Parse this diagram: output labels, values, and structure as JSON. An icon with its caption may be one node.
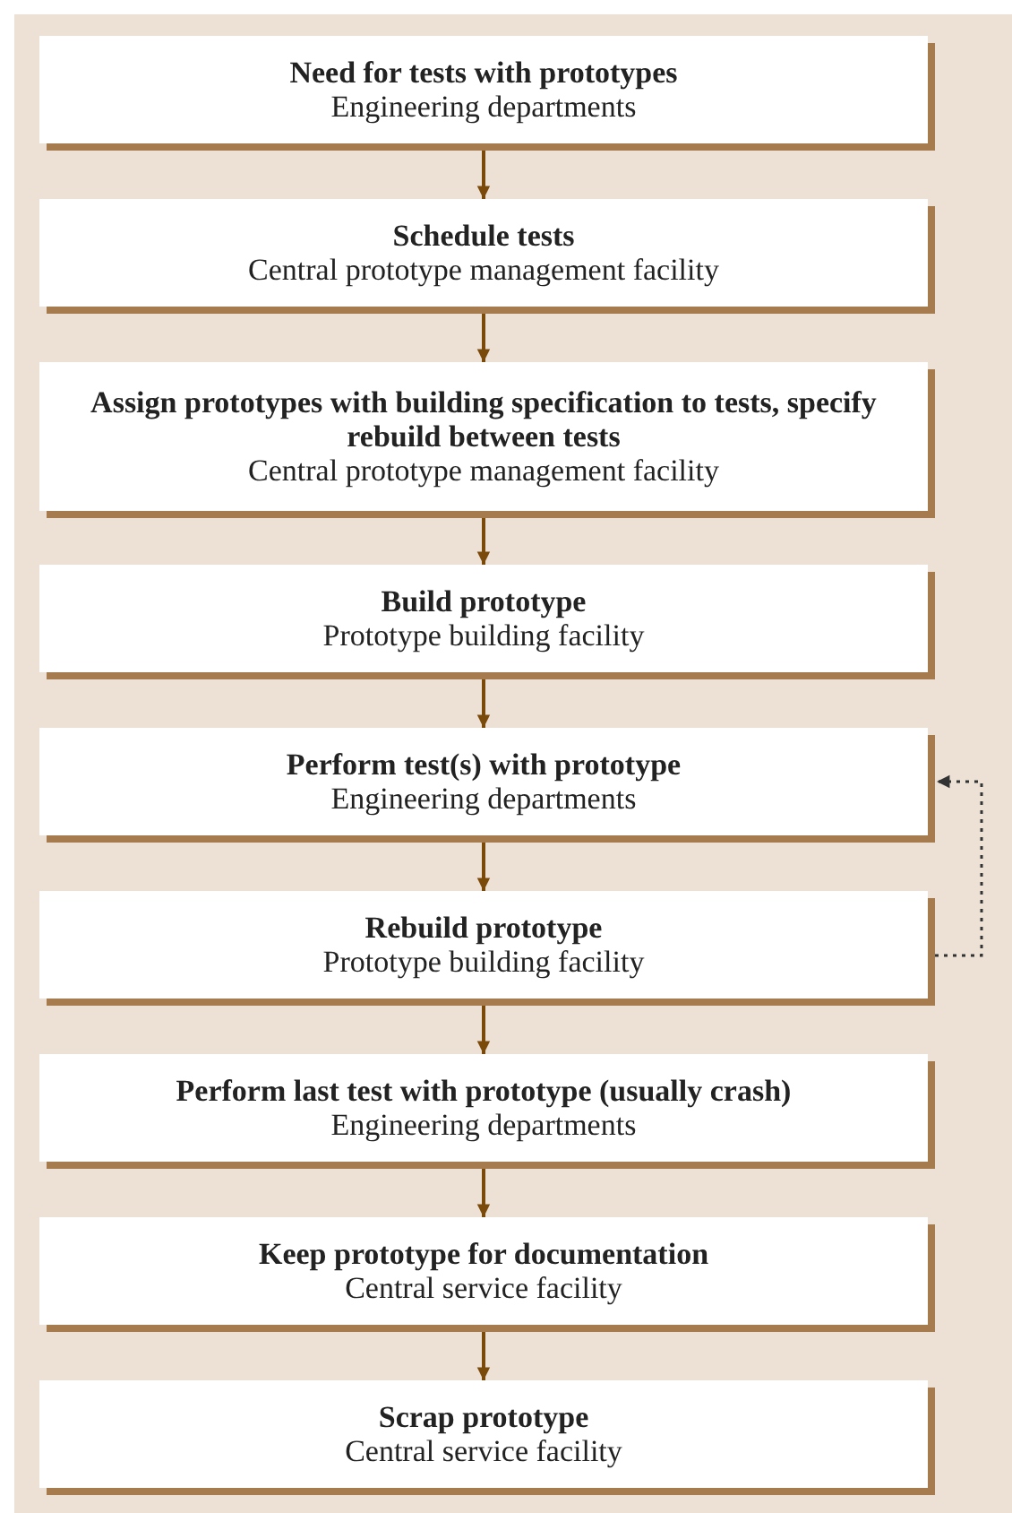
{
  "diagram": {
    "nodes": [
      {
        "text": [
          "Need for tests with prototypes",
          "Engineering departments"
        ]
      },
      {
        "text": [
          "Schedule tests",
          "Central prototype management facility"
        ]
      },
      {
        "text": [
          "Assign prototypes with building specification to tests, specify rebuild between tests",
          "Central prototype management facility"
        ]
      },
      {
        "text": [
          "Build prototype",
          "Prototype building facility"
        ]
      },
      {
        "text": [
          "Perform test(s) with prototype",
          "Engineering departments"
        ]
      },
      {
        "text": [
          "Rebuild prototype",
          "Prototype building facility"
        ]
      },
      {
        "text": [
          "Perform last test with prototype (usually crash)",
          "Engineering departments"
        ]
      },
      {
        "text": [
          "Keep prototype for documentation",
          "Central service facility"
        ]
      },
      {
        "text": [
          "Scrap prototype",
          "Central service facility"
        ]
      }
    ],
    "edges": [
      {
        "from": 0,
        "to": 1,
        "arrow": "to"
      },
      {
        "from": 1,
        "to": 2,
        "arrow": "to"
      },
      {
        "from": 2,
        "to": 3,
        "arrow": "to"
      },
      {
        "from": 3,
        "to": 4,
        "arrow": "to"
      },
      {
        "from": 4,
        "to": 5,
        "arrow": "to"
      },
      {
        "from": 5,
        "to": 4,
        "arrow": "to",
        "style": "dashed",
        "color": "#333333"
      },
      {
        "from": 5,
        "to": 6,
        "arrow": "to"
      },
      {
        "from": 6,
        "to": 7,
        "arrow": "to"
      },
      {
        "from": 7,
        "to": 8,
        "arrow": "to"
      }
    ]
  }
}
